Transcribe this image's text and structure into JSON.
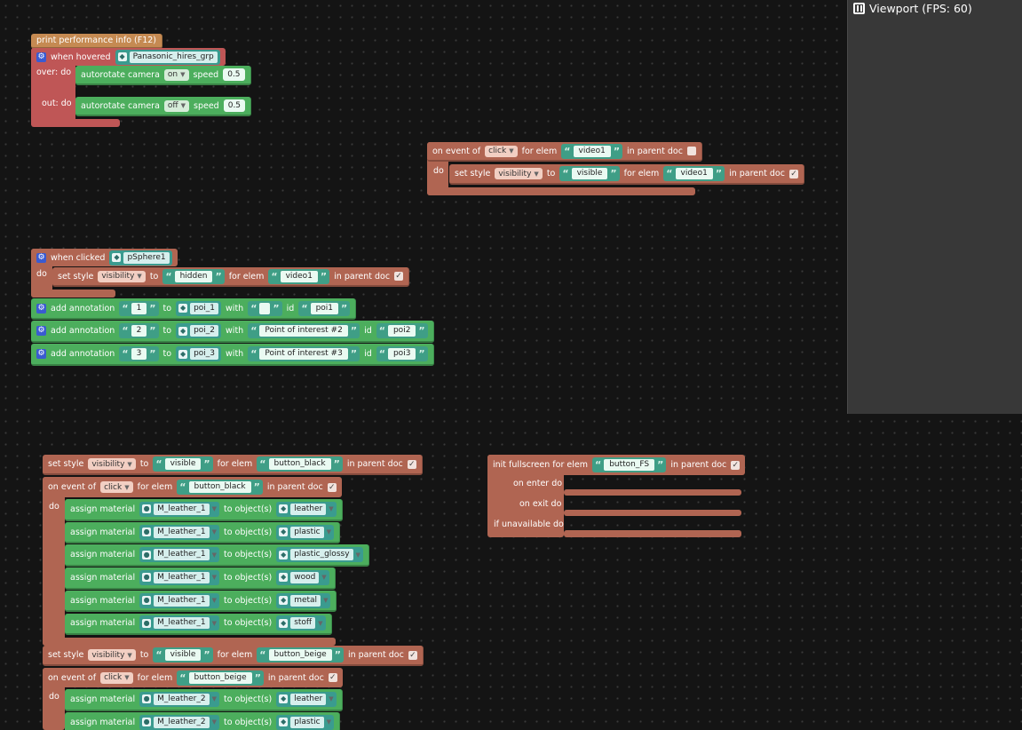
{
  "viewport": {
    "title": "Viewport (FPS: 60)"
  },
  "perf": {
    "label": "print performance info (F12)"
  },
  "hover": {
    "when": "when hovered",
    "obj": "Panasonic_hires_grp",
    "over": "over: do",
    "out": "out: do",
    "rot1": {
      "label": "autorotate camera",
      "state": "on",
      "speed_label": "speed",
      "speed": "0.5"
    },
    "rot2": {
      "label": "autorotate camera",
      "state": "off",
      "speed_label": "speed",
      "speed": "0.5"
    }
  },
  "ev1": {
    "on": "on event of",
    "ev": "click",
    "for": "for elem",
    "elem": "video1",
    "parent": "in parent doc",
    "do": "do",
    "set": "set style",
    "prop": "visibility",
    "to": "to",
    "val": "visible",
    "for2": "for elem",
    "elem2": "video1",
    "parent2": "in parent doc"
  },
  "click": {
    "when": "when clicked",
    "obj": "pSphere1",
    "do": "do",
    "set": "set style",
    "prop": "visibility",
    "to": "to",
    "val": "hidden",
    "for": "for elem",
    "elem": "video1",
    "parent": "in parent doc"
  },
  "ann": {
    "label": "add annotation",
    "to": "to",
    "with": "with",
    "id": "id",
    "rows": [
      {
        "n": "1",
        "poi": "poi_1",
        "text": "",
        "id": "poi1"
      },
      {
        "n": "2",
        "poi": "poi_2",
        "text": "Point of interest #2",
        "id": "poi2"
      },
      {
        "n": "3",
        "poi": "poi_3",
        "text": "Point of interest #3",
        "id": "poi3"
      }
    ]
  },
  "black": {
    "set": "set style",
    "prop": "visibility",
    "to": "to",
    "val": "visible",
    "for": "for elem",
    "elem": "button_black",
    "parent": "in parent doc",
    "on": "on event of",
    "ev": "click",
    "for2": "for elem",
    "elem2": "button_black",
    "parent2": "in parent doc",
    "do": "do",
    "assign": "assign material",
    "toobj": "to object(s)",
    "mat": "M_leather_1",
    "objs": [
      "leather",
      "plastic",
      "plastic_glossy",
      "wood",
      "metal",
      "stoff"
    ]
  },
  "beige": {
    "set": "set style",
    "prop": "visibility",
    "to": "to",
    "val": "visible",
    "for": "for elem",
    "elem": "button_beige",
    "parent": "in parent doc",
    "on": "on event of",
    "ev": "click",
    "for2": "for elem",
    "elem2": "button_beige",
    "parent2": "in parent doc",
    "do": "do",
    "assign": "assign material",
    "toobj": "to object(s)",
    "mat": "M_leather_2",
    "objs": [
      "leather",
      "plastic"
    ]
  },
  "fs": {
    "label": "init fullscreen for elem",
    "elem": "button_FS",
    "parent": "in parent doc",
    "enter": "on enter do",
    "exit": "on exit do",
    "unavail": "if unavailable do"
  },
  "colors": {
    "green": "#4cae5d",
    "brown": "#b06552",
    "teal": "#4ba5a0",
    "red": "#bf5656",
    "amber": "#c58a52"
  }
}
